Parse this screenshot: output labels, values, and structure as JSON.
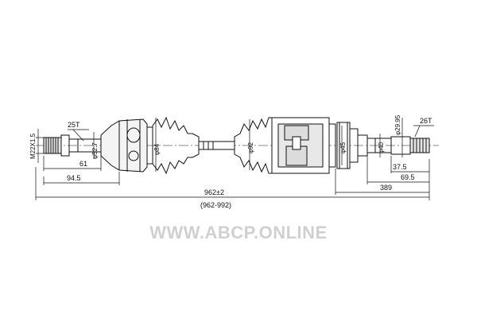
{
  "dimensions": {
    "thread": "M22X1.5",
    "splines_left": "25T",
    "splines_right": "26T",
    "dia_1": "φ52.7",
    "dia_2": "φ84",
    "dia_3": "φ92",
    "dia_4": "φ45",
    "dia_5": "φ40",
    "dia_6": "φ29.95",
    "len_61": "61",
    "len_94_5": "94.5",
    "len_389": "389",
    "len_37_5": "37.5",
    "len_69_5": "69.5",
    "total_length": "962±2",
    "length_range": "(962-992)"
  },
  "watermark": "WWW.ABCP.ONLINE"
}
